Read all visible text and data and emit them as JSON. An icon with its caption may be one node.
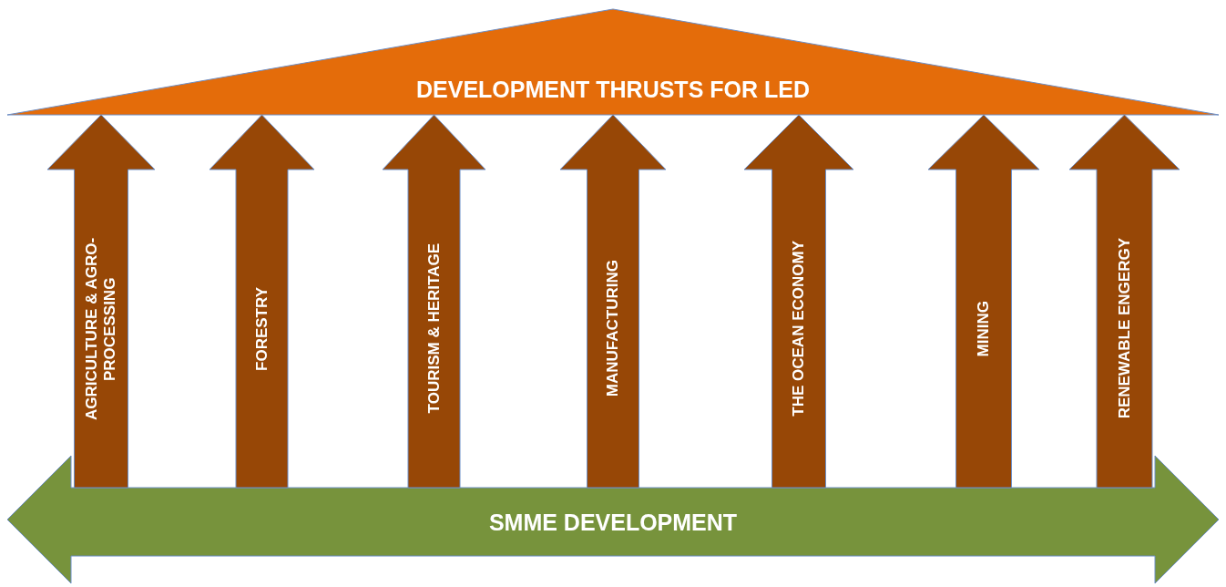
{
  "diagram": {
    "nodes": [
      {
        "text": [
          "DEVELOPMENT THRUSTS FOR LED"
        ]
      },
      {
        "text": [
          "SMME DEVELOPMENT"
        ]
      }
    ],
    "edges": [
      {
        "from": 1,
        "to": 0,
        "arrow": "to",
        "label": "AGRICULTURE & AGRO- PROCESSING"
      },
      {
        "from": 1,
        "to": 0,
        "arrow": "to",
        "label": "FORESTRY"
      },
      {
        "from": 1,
        "to": 0,
        "arrow": "to",
        "label": "TOURISM & HERITAGE"
      },
      {
        "from": 1,
        "to": 0,
        "arrow": "to",
        "label": "MANUFACTURING"
      },
      {
        "from": 1,
        "to": 0,
        "arrow": "to",
        "label": "THE OCEAN ECONOMY"
      },
      {
        "from": 1,
        "to": 0,
        "arrow": "to",
        "label": "MINING"
      },
      {
        "from": 1,
        "to": 0,
        "arrow": "to",
        "label": "RENEWABLE ENGERGY"
      }
    ]
  }
}
